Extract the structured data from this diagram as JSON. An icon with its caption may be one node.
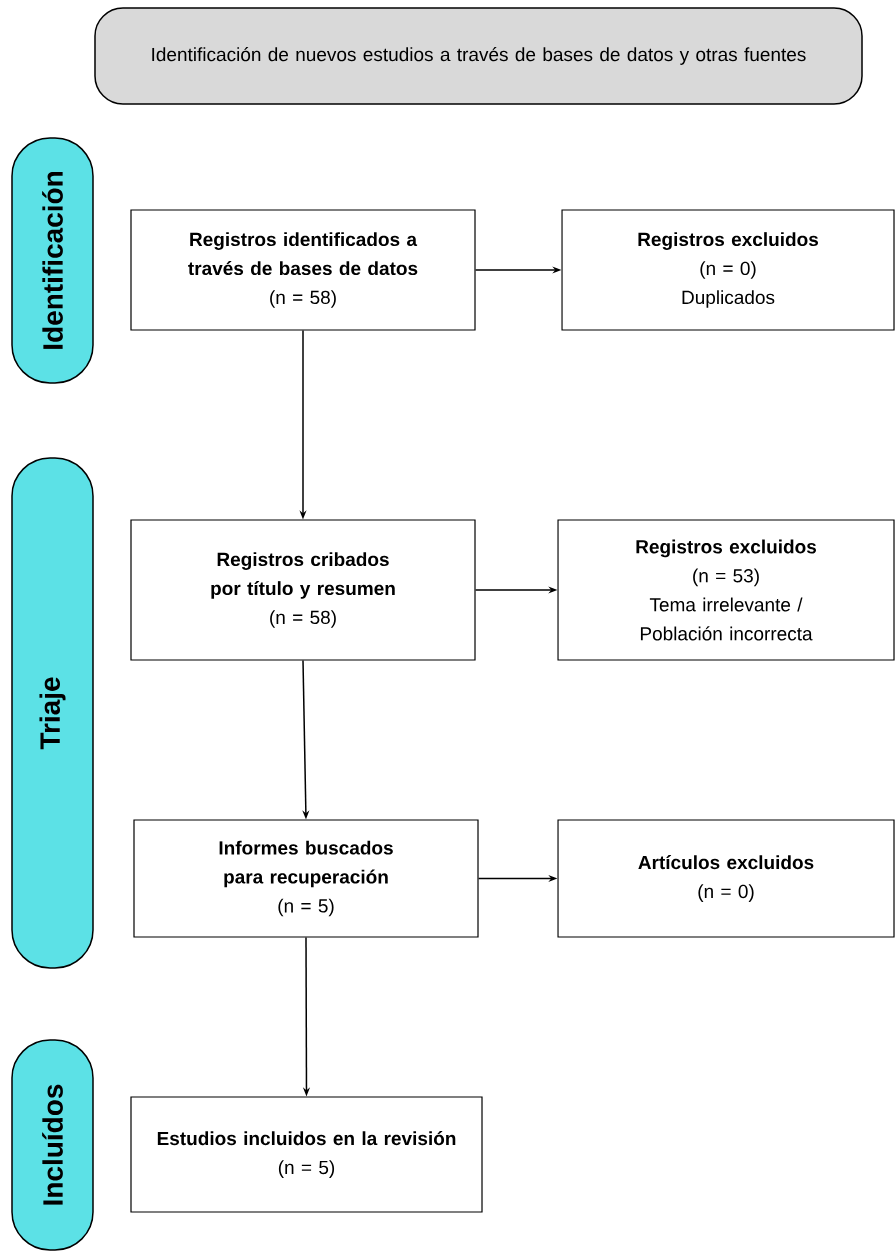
{
  "diagram": {
    "nodes": [
      {
        "text": [
          "Identificación de nuevos estudios a través de bases de datos y otras fuentes"
        ]
      },
      {
        "text": [
          "Identificación"
        ]
      },
      {
        "text": [
          "Registros identificados a través de bases de datos",
          "(n = 58)"
        ]
      },
      {
        "text": [
          "Registros excluidos",
          "(n = 0)",
          "Duplicados"
        ]
      },
      {
        "text": [
          "Triaje"
        ]
      },
      {
        "text": [
          "Registros cribados por título y resumen",
          "(n = 58)"
        ]
      },
      {
        "text": [
          "Registros excluidos",
          "(n = 53)",
          "Tema irrelevante / Población incorrecta"
        ]
      },
      {
        "text": [
          "Informes buscados para recuperación",
          "(n = 5)"
        ]
      },
      {
        "text": [
          "Artículos excluidos",
          "(n = 0)"
        ]
      },
      {
        "text": [
          "Incluídos"
        ]
      },
      {
        "text": [
          "Estudios incluidos en la revisión",
          "(n = 5)"
        ]
      }
    ],
    "edges": [
      {
        "from": 2,
        "to": 3,
        "arrow": "to"
      },
      {
        "from": 2,
        "to": 5,
        "arrow": "to"
      },
      {
        "from": 5,
        "to": 6,
        "arrow": "to"
      },
      {
        "from": 5,
        "to": 7,
        "arrow": "to"
      },
      {
        "from": 7,
        "to": 8,
        "arrow": "to"
      },
      {
        "from": 7,
        "to": 10,
        "arrow": "to"
      }
    ]
  }
}
